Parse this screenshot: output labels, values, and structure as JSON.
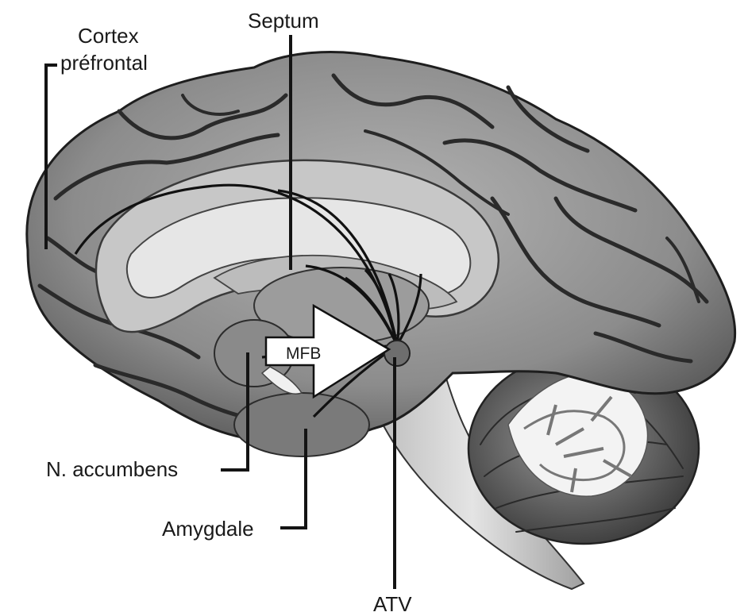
{
  "labels": {
    "cortex_line1": "Cortex",
    "cortex_line2": "préfrontal",
    "septum": "Septum",
    "mfb": "MFB",
    "n_accumbens": "N. accumbens",
    "amygdale": "Amygdale",
    "atv": "ATV"
  },
  "colors": {
    "cortex_fill": "#8f8f8f",
    "sulcus": "#3a3a3a",
    "highlight": "#e2e2e2",
    "cerebellum": "#5a5a5a",
    "brainstem": "#cfcfcf",
    "text": "#1a1a1a"
  }
}
